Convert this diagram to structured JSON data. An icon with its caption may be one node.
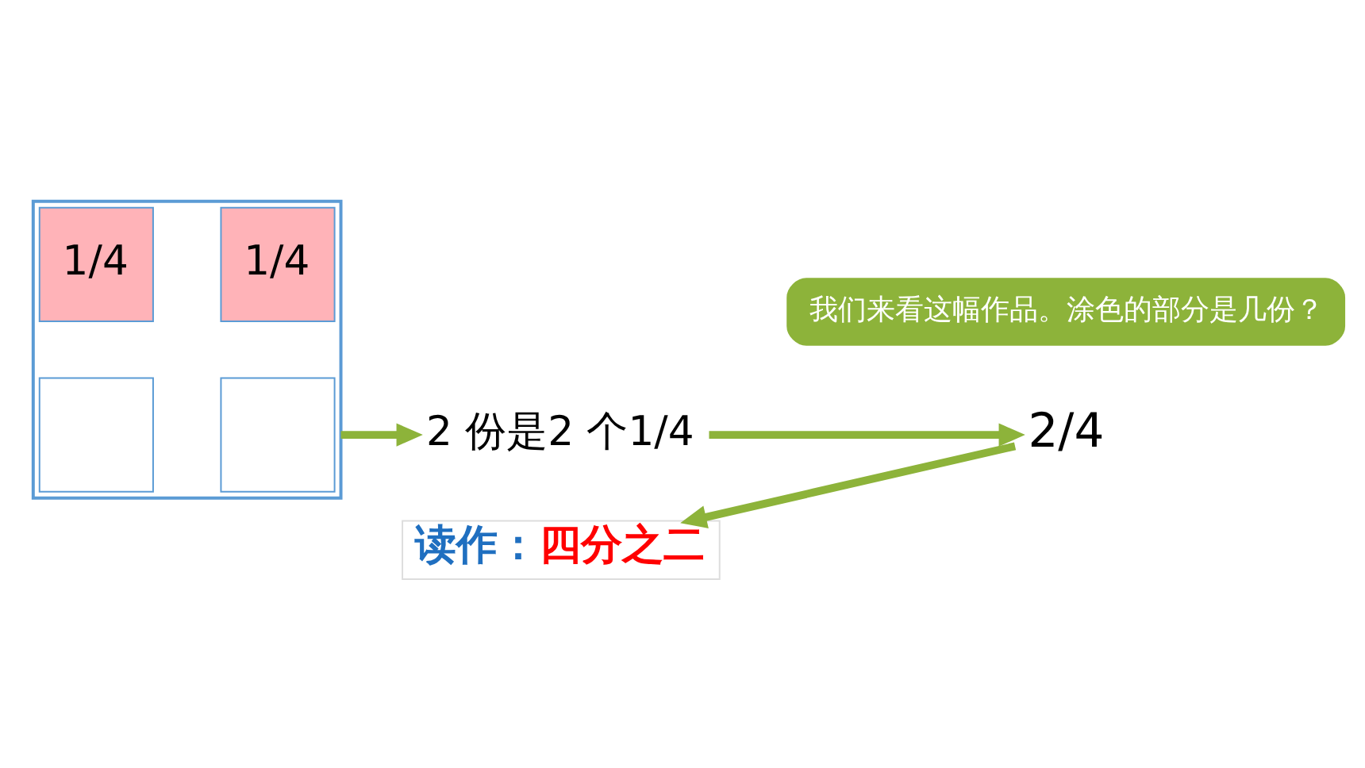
{
  "diagram": {
    "nodes": [
      {
        "text": [],
        "shape": "box"
      },
      {
        "text": [
          "1/4"
        ],
        "in": 0
      },
      {
        "text": [
          "1/4"
        ],
        "in": 0
      },
      {
        "text": [],
        "shape": "box",
        "in": 0
      },
      {
        "text": [],
        "shape": "box",
        "in": 0
      },
      {
        "text": [
          "2 份是2 个1/4"
        ]
      },
      {
        "text": [
          "2/4"
        ]
      },
      {
        "text": [
          "读作：",
          "四分之二"
        ]
      },
      {
        "text": [
          "我们来看这幅作品。涂色的部分是几份？"
        ]
      }
    ],
    "edges": [
      {
        "from": 0,
        "to": 5,
        "arrow": "to"
      },
      {
        "from": 5,
        "to": 6,
        "arrow": "to"
      },
      {
        "from": 6,
        "to": 7,
        "arrow": "to"
      }
    ]
  }
}
